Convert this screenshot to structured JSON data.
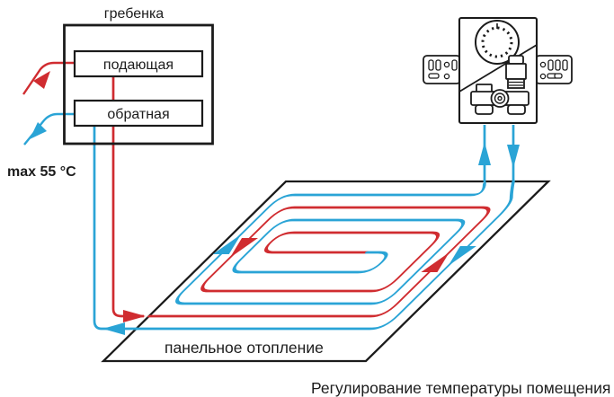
{
  "labels": {
    "manifold_title": "гребенка",
    "supply": "подающая",
    "return": "обратная",
    "max_temp": "max 55 °C",
    "panel": "панельное отопление",
    "caption": "Регулирование температуры помещения"
  },
  "colors": {
    "supply_red": "#d02c30",
    "return_blue": "#2aa4d6",
    "outline_black": "#1b1b1b"
  },
  "icons": {
    "thermostat_dial": "circular dial with tick marks",
    "mounting_brackets": "slotted wall brackets",
    "valves": "manifold valve assembly"
  }
}
